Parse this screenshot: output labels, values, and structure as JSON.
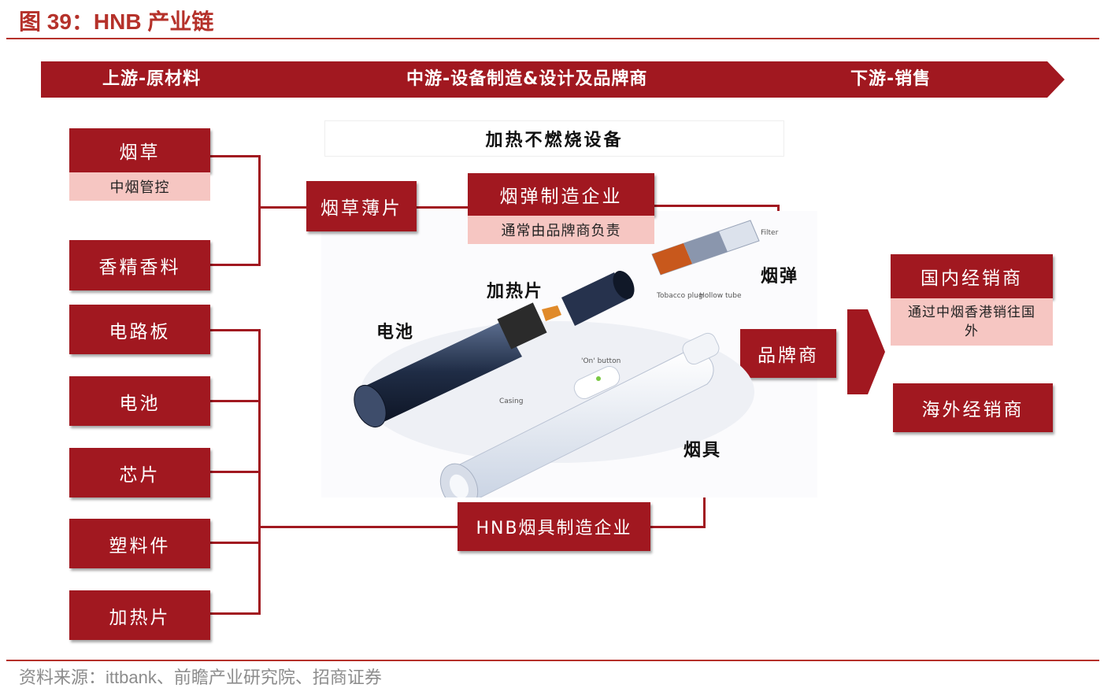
{
  "figure": {
    "title": "图 39：HNB 产业链",
    "source": "资料来源：ittbank、前瞻产业研究院、招商证券"
  },
  "stages": {
    "upstream": "上游-原材料",
    "midstream": "中游-设备制造&设计及品牌商",
    "downstream": "下游-销售"
  },
  "upstream": {
    "tobacco": "烟草",
    "tobacco_note": "中烟管控",
    "flavor": "香精香料",
    "circuit_board": "电路板",
    "battery": "电池",
    "chip": "芯片",
    "plastic_parts": "塑料件",
    "heating_blade": "加热片"
  },
  "midstream": {
    "panel_title": "加热不燃烧设备",
    "tobacco_sheet": "烟草薄片",
    "cartridge_maker": "烟弹制造企业",
    "cartridge_maker_note": "通常由品牌商负责",
    "device_maker": "HNB烟具制造企业",
    "brand": "品牌商",
    "label_cartridge": "烟弹",
    "label_device": "烟具",
    "label_battery": "电池",
    "label_heating_blade": "加热片",
    "device_texts": {
      "filter": "Filter",
      "tobacco_plug": "Tobacco plug",
      "hollow_tube": "Hollow tube",
      "on_button": "'On' button",
      "casing": "Casing"
    }
  },
  "downstream": {
    "domestic": "国内经销商",
    "domestic_note": "通过中烟香港销往国外",
    "overseas": "海外经销商"
  },
  "colors": {
    "primary_red": "#A11820",
    "title_red": "#B5312A",
    "pink": "#F6C6C2"
  }
}
